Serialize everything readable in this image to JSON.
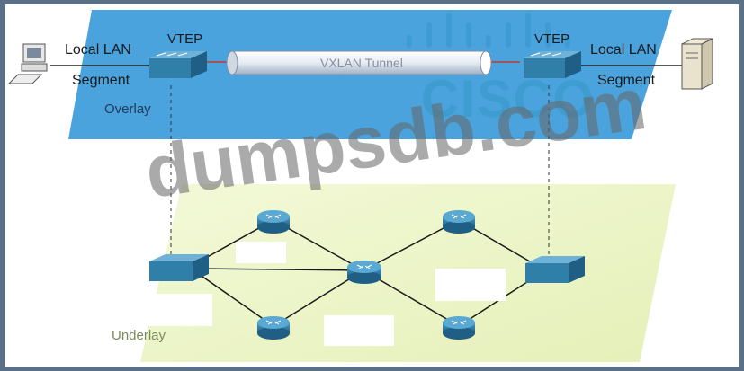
{
  "diagram": {
    "left_host_label_line1": "Local LAN",
    "left_host_label_line2": "Segment",
    "right_host_label_line1": "Local LAN",
    "right_host_label_line2": "Segment",
    "vtep_left": "VTEP",
    "vtep_right": "VTEP",
    "tunnel": "VXLAN Tunnel",
    "overlay": "Overlay",
    "underlay": "Underlay"
  },
  "watermark": {
    "brand": "CISCO",
    "site": "dumpsdb.com"
  },
  "colors": {
    "overlay_plane": "#4aa3dc",
    "underlay_plane": "#eef6c9",
    "device": "#2f7fa8",
    "frame": "#5b6f86"
  }
}
